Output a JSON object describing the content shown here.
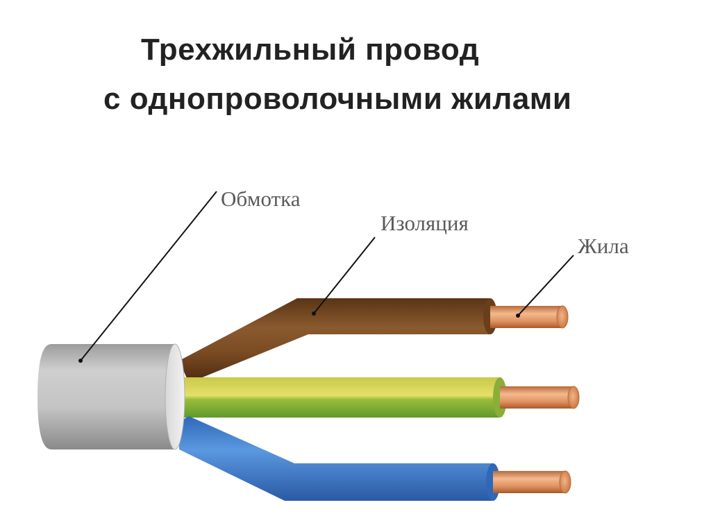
{
  "title": {
    "line1": "Трехжильный провод",
    "line2": "с однопроволочными жилами"
  },
  "labels": {
    "sheath": "Обмотка",
    "insulation": "Изоляция",
    "core": "Жила"
  },
  "colors": {
    "sheath": "#c9c9c9",
    "brown_insulation": "#7a4a22",
    "yellow_green_insulation": "#b7c93a",
    "blue_insulation": "#3f7fd0",
    "copper_core": "#e0905e"
  }
}
